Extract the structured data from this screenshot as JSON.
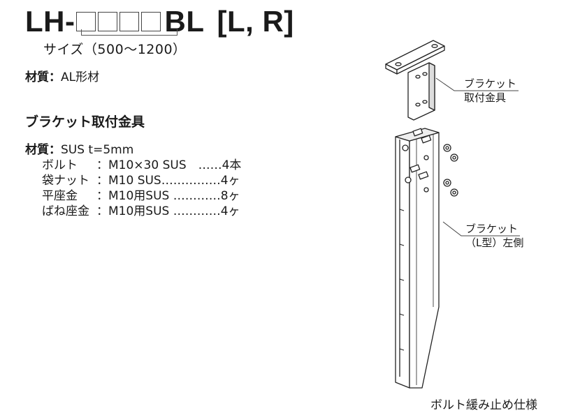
{
  "title": {
    "prefix": "LH-",
    "suffix": "BL",
    "variant": "[L, R]"
  },
  "size_label": "サイズ（500〜1200）",
  "material": {
    "label": "材質：",
    "value": "AL形材"
  },
  "bracket_section": {
    "heading": "ブラケット取付金具",
    "material_label": "材質：",
    "material_value": "SUS t=5mm",
    "parts": [
      {
        "name": "ボルト",
        "spec": "：M10×30 SUS　……4本"
      },
      {
        "name": "袋ナット",
        "spec": "：M10 SUS……………4ヶ"
      },
      {
        "name": "平座金",
        "spec": "：M10用SUS …………8ヶ"
      },
      {
        "name": "ばね座金",
        "spec": "：M10用SUS …………4ヶ"
      }
    ]
  },
  "callouts": {
    "bracket_top_line1": "ブラケット",
    "bracket_top_line2": "取付金具",
    "bracket_left_line1": "ブラケット",
    "bracket_left_line2": "（L型）左側"
  },
  "note": "ボルト緩み止め仕様"
}
